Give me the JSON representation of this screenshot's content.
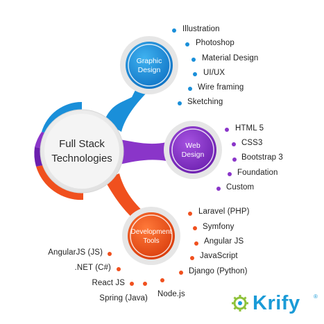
{
  "center": {
    "line1": "Full Stack",
    "line2": "Technologies"
  },
  "colors": {
    "blue": "#1a8fd9",
    "purple": "#8a35c9",
    "orange": "#f0501e",
    "grey": "#e4e4e4"
  },
  "hubs": [
    {
      "id": "graphic",
      "line1": "Graphic",
      "line2": "Design",
      "color": "#1a8fd9",
      "items": [
        "Illustration",
        "Photoshop",
        "Material Design",
        "UI/UX",
        "Wire framing",
        "Sketching"
      ]
    },
    {
      "id": "web",
      "line1": "Web",
      "line2": "Design",
      "color": "#8a35c9",
      "items": [
        "HTML 5",
        "CSS3",
        "Bootstrap 3",
        "Foundation",
        "Custom"
      ]
    },
    {
      "id": "dev",
      "line1": "Development",
      "line2": "Tools",
      "color": "#f0501e",
      "items_right": [
        "Laravel (PHP)",
        "Symfony",
        "Angular JS",
        "JavaScript",
        "Django (Python)"
      ],
      "items_left": [
        "AngularJS (JS)",
        ".NET (C#)",
        "React JS",
        "Spring (Java)",
        "Node.js"
      ]
    }
  ],
  "logo": {
    "text": "Krify",
    "mark": "®",
    "icon": "gear-icon"
  }
}
